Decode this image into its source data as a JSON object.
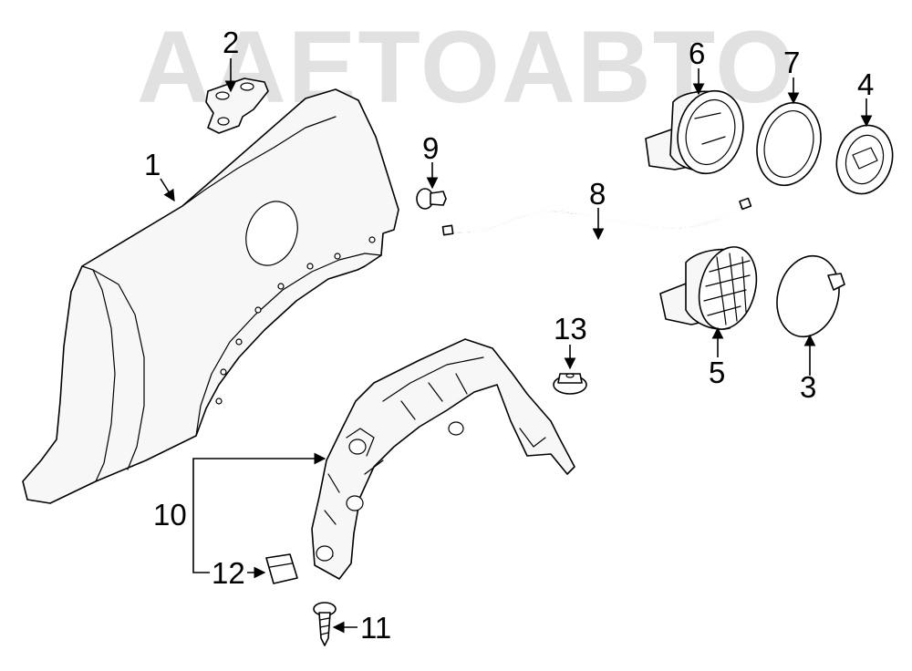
{
  "watermark": {
    "text": "AAETOABTO"
  },
  "callouts": [
    "1",
    "2",
    "3",
    "4",
    "5",
    "6",
    "7",
    "8",
    "9",
    "10",
    "11",
    "12",
    "13"
  ]
}
